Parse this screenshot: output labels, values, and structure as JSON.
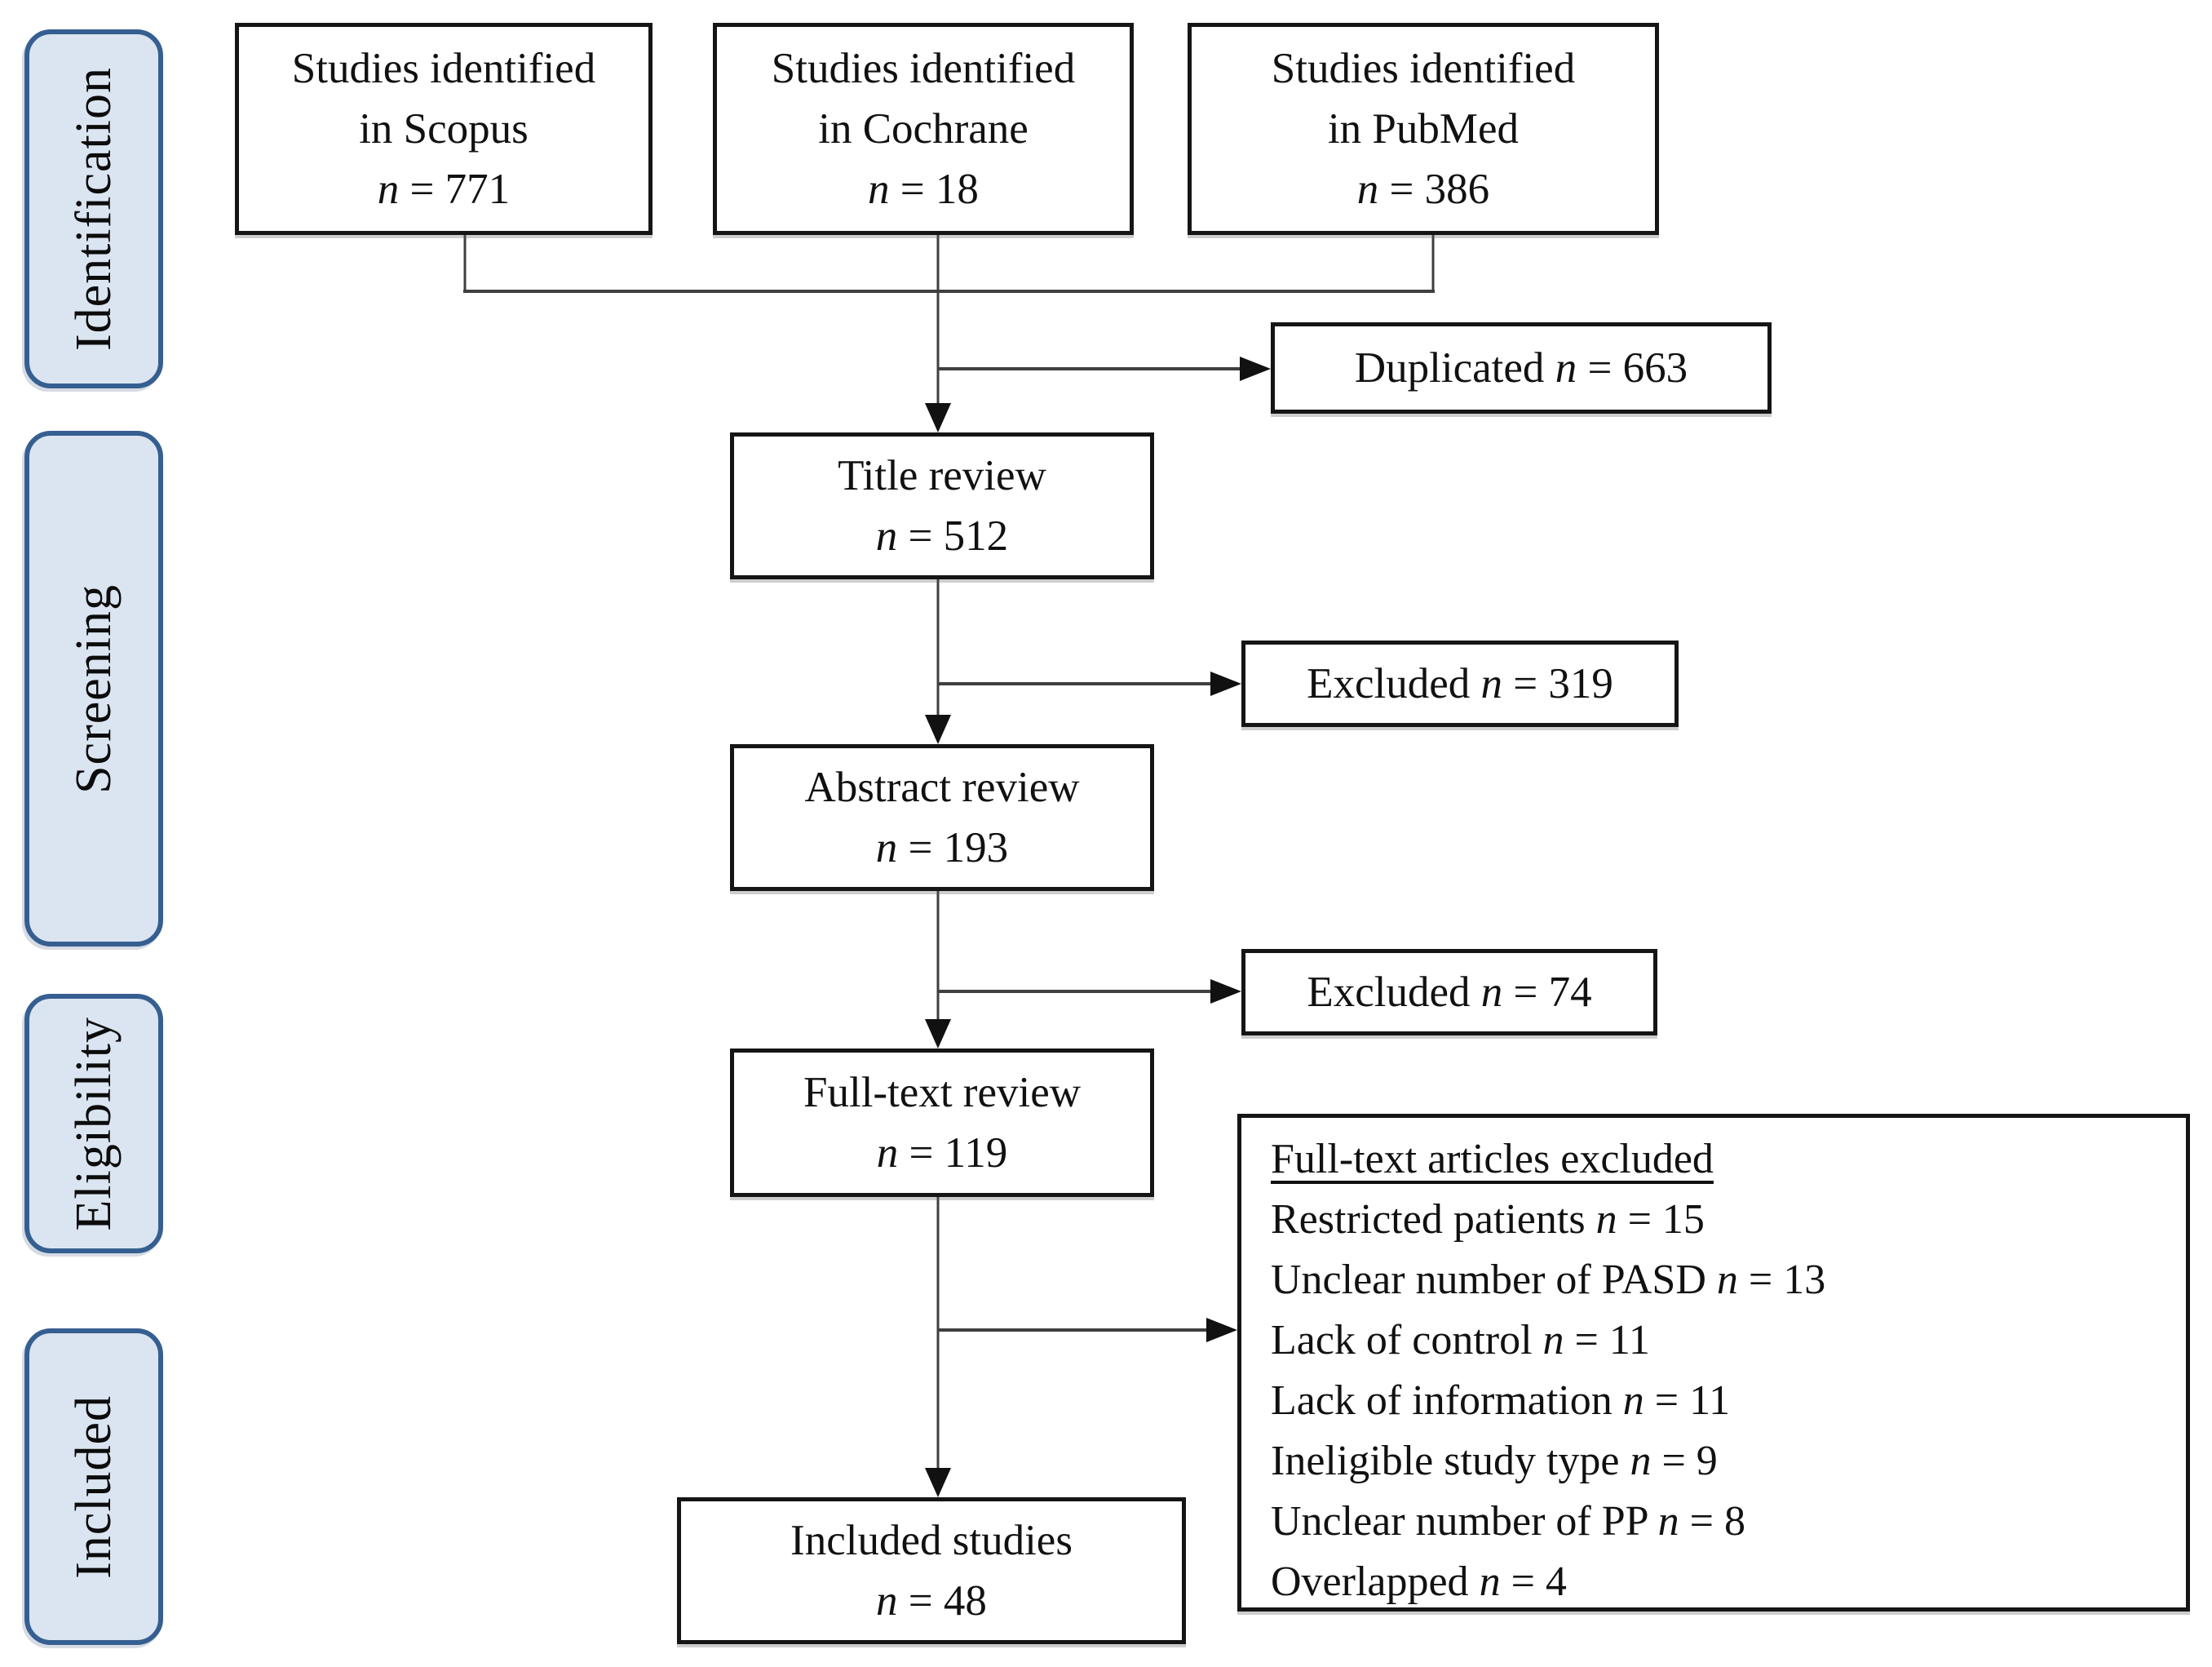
{
  "palette": {
    "sidebar_fill": "#dbe5f1",
    "sidebar_border": "#365f91",
    "box_border": "#151515",
    "line_color": "#3f3f3f",
    "arrow_color": "#111111"
  },
  "stages": [
    {
      "label": "Identification"
    },
    {
      "label": "Screening"
    },
    {
      "label": "Eligibility"
    },
    {
      "label": "Included"
    }
  ],
  "boxes": {
    "scopus": {
      "line1": "Studies identified",
      "line2": "in Scopus",
      "n": "n",
      "value": " = 771"
    },
    "cochrane": {
      "line1": "Studies identified",
      "line2": "in Cochrane",
      "n": "n",
      "value": " = 18"
    },
    "pubmed": {
      "line1": "Studies identified",
      "line2": "in PubMed",
      "n": "n",
      "value": " = 386"
    },
    "duplicated": {
      "pre": "Duplicated ",
      "n": "n",
      "value": " = 663"
    },
    "title_review": {
      "line1": "Title review",
      "n": "n",
      "value": " = 512"
    },
    "excluded_title": {
      "pre": "Excluded ",
      "n": "n",
      "value": " = 319"
    },
    "abstract_review": {
      "line1": "Abstract review",
      "n": "n",
      "value": " = 193"
    },
    "excluded_abstract": {
      "pre": "Excluded ",
      "n": "n",
      "value": " = 74"
    },
    "fulltext_review": {
      "line1": "Full-text review",
      "n": "n",
      "value": " = 119"
    },
    "included_studies": {
      "line1": "Included studies",
      "n": "n",
      "value": " = 48"
    },
    "fulltext_excluded": {
      "heading": "Full-text articles excluded",
      "items": [
        {
          "pre": "Restricted patients ",
          "n": "n",
          "value": " = 15"
        },
        {
          "pre": "Unclear number of PASD ",
          "n": "n",
          "value": " = 13"
        },
        {
          "pre": "Lack of control ",
          "n": "n",
          "value": " = 11"
        },
        {
          "pre": "Lack of information ",
          "n": "n",
          "value": " = 11"
        },
        {
          "pre": "Ineligible study type ",
          "n": "n",
          "value": " = 9"
        },
        {
          "pre": "Unclear number of PP ",
          "n": "n",
          "value": " = 8"
        },
        {
          "pre": "Overlapped ",
          "n": "n",
          "value": " = 4"
        }
      ]
    }
  }
}
